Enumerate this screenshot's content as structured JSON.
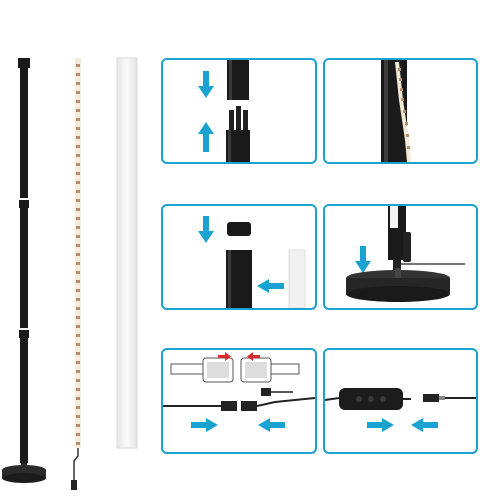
{
  "colors": {
    "panel_border": "#1aa3d0",
    "arrow": "#1aa3d0",
    "pole": "#1a1a1a",
    "diffuser": "#f2f2f2",
    "led_strip": "#f4ecd8",
    "red_arrow": "#d62c2c"
  },
  "components": [
    {
      "name": "assembled-floor-pole-with-base"
    },
    {
      "name": "led-strip"
    },
    {
      "name": "diffuser-tube"
    }
  ],
  "steps": [
    {
      "id": "step-1",
      "description_icons": [
        "arrow-down-icon",
        "arrow-up-icon",
        "pole-connector-icon"
      ]
    },
    {
      "id": "step-2",
      "description_icons": [
        "led-channel-icon"
      ]
    },
    {
      "id": "step-3",
      "description_icons": [
        "arrow-down-icon",
        "end-cap-icon",
        "arrow-left-icon",
        "diffuser-icon"
      ]
    },
    {
      "id": "step-4",
      "description_icons": [
        "arrow-down-icon",
        "base-icon",
        "cable-icon"
      ]
    },
    {
      "id": "step-5",
      "description_icons": [
        "connector-icon",
        "red-arrow-right-icon",
        "red-arrow-left-icon",
        "arrow-right-icon",
        "arrow-left-icon"
      ]
    },
    {
      "id": "step-6",
      "description_icons": [
        "controller-icon",
        "dc-plug-icon",
        "arrow-right-icon",
        "arrow-left-icon"
      ]
    }
  ]
}
